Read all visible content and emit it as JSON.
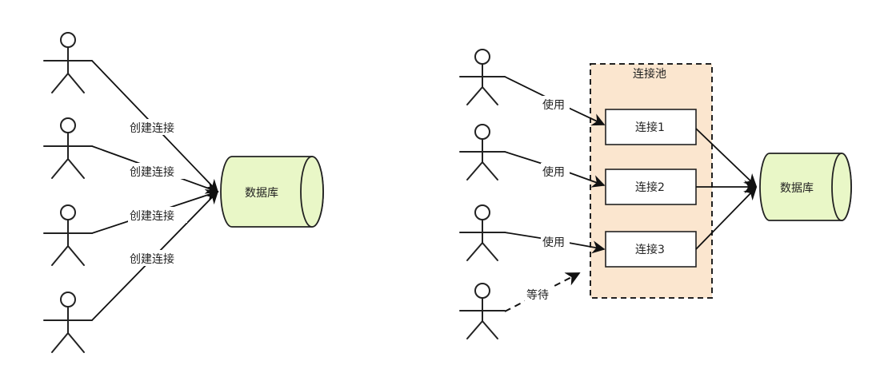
{
  "left": {
    "edge_labels": [
      "创建连接",
      "创建连接",
      "创建连接",
      "创建连接"
    ],
    "database": "数据库"
  },
  "right": {
    "pool_title": "连接池",
    "connections": [
      "连接1",
      "连接2",
      "连接3"
    ],
    "use_labels": [
      "使用",
      "使用",
      "使用"
    ],
    "wait_label": "等待",
    "database": "数据库"
  },
  "colors": {
    "database_fill": "#e9f7c7",
    "pool_fill": "#fbe6cf"
  }
}
